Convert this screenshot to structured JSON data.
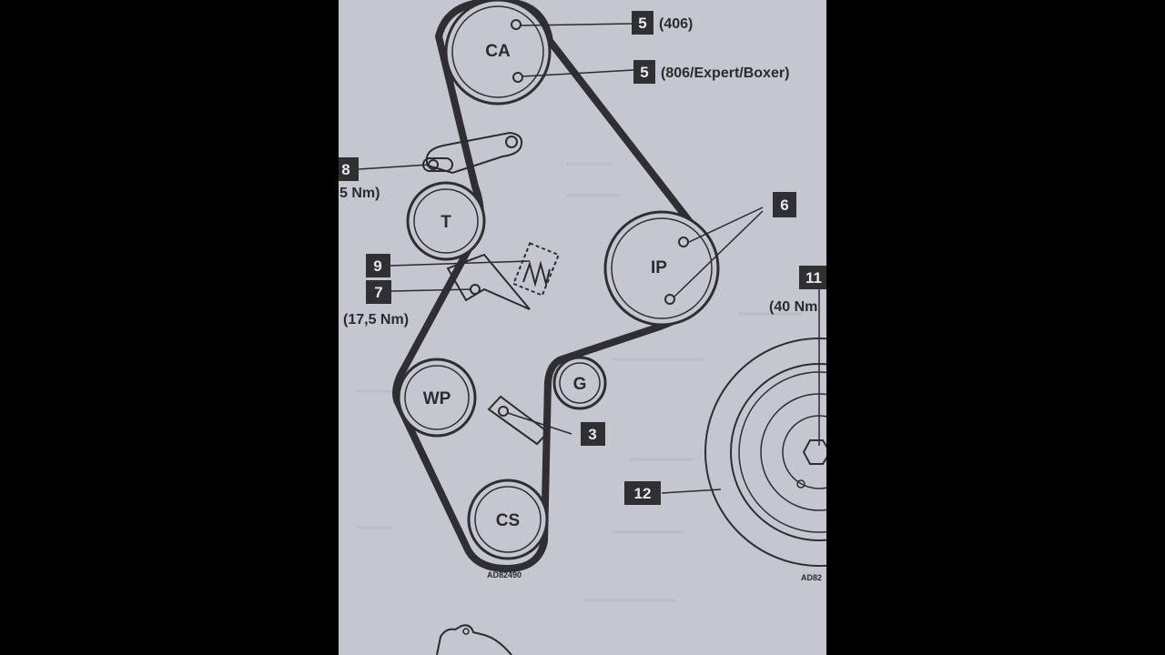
{
  "colors": {
    "paper": "#c4c7cf",
    "ink": "#2b2b2f",
    "belt": "#2e2e33",
    "callout_box": "#2f2f34",
    "callout_text": "#e8e8ea",
    "background": "#000000"
  },
  "pulleys": {
    "ca": "CA",
    "t": "T",
    "ip": "IP",
    "wp": "WP",
    "g": "G",
    "cs": "CS"
  },
  "callouts": {
    "c5a": {
      "num": "5",
      "text": "(406)"
    },
    "c5b": {
      "num": "5",
      "text": "(806/Expert/Boxer)"
    },
    "c6": {
      "num": "6"
    },
    "c8": {
      "num": "8",
      "text": "5 Nm)"
    },
    "c9": {
      "num": "9"
    },
    "c7": {
      "num": "7",
      "text": "(17,5 Nm)"
    },
    "c3": {
      "num": "3"
    },
    "c11": {
      "num": "11",
      "text": "(40 Nm"
    },
    "c12": {
      "num": "12"
    }
  },
  "references": {
    "left": "AD82490",
    "right": "AD82"
  }
}
